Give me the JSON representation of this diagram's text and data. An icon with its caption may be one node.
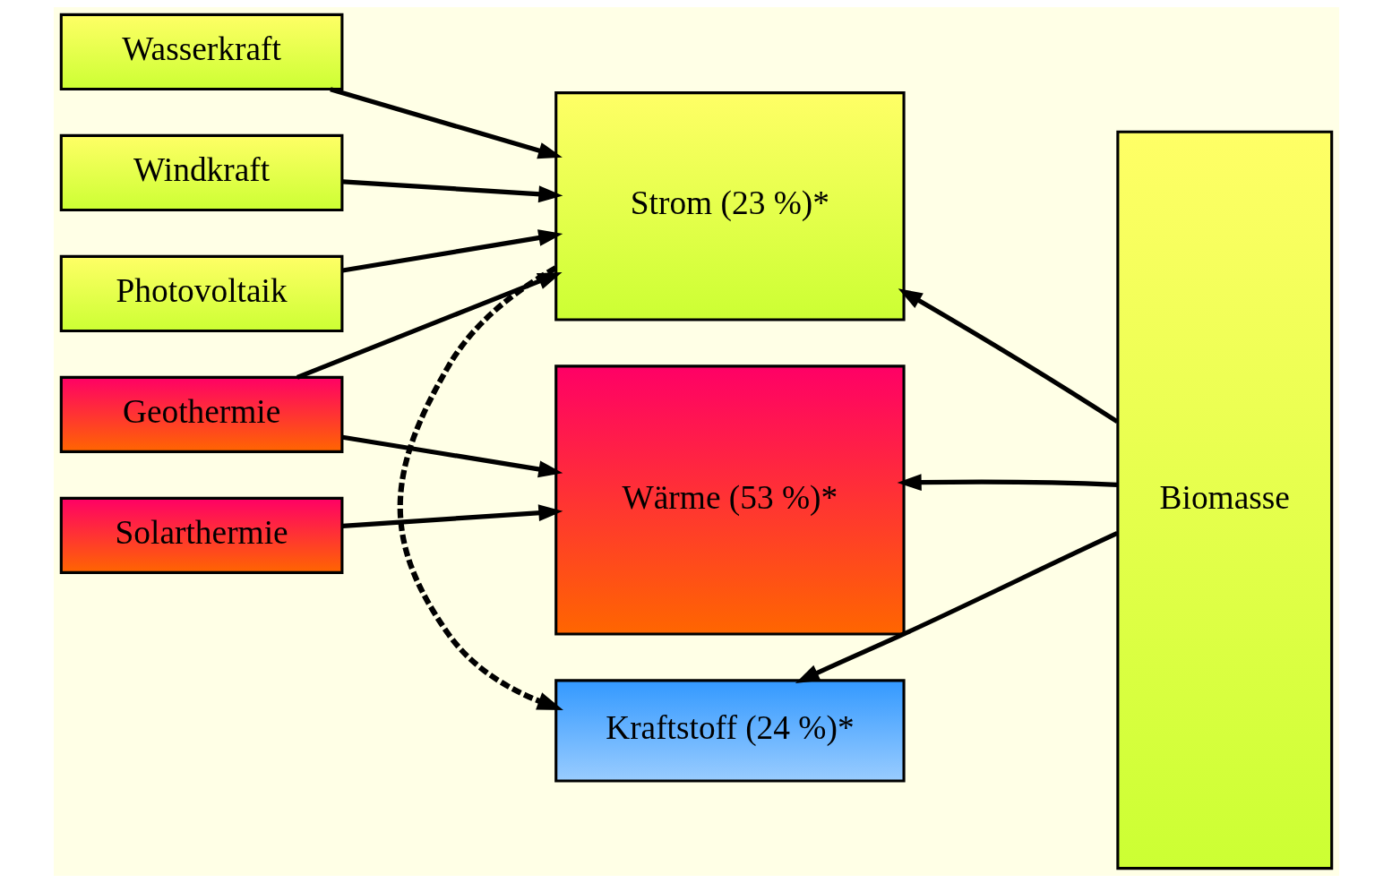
{
  "diagram": {
    "nodes": [
      {
        "text": [
          "Wasserkraft"
        ]
      },
      {
        "text": [
          "Windkraft"
        ]
      },
      {
        "text": [
          "Photovoltaik"
        ]
      },
      {
        "text": [
          "Geothermie"
        ]
      },
      {
        "text": [
          "Solarthermie"
        ]
      },
      {
        "text": [
          "Strom (23 %)*"
        ]
      },
      {
        "text": [
          "Wärme (53 %)*"
        ]
      },
      {
        "text": [
          "Kraftstoff (24 %)*"
        ]
      },
      {
        "text": [
          "Biomasse"
        ]
      }
    ],
    "edges": [
      {
        "from": 0,
        "to": 5,
        "arrow": "to"
      },
      {
        "from": 1,
        "to": 5,
        "arrow": "to"
      },
      {
        "from": 2,
        "to": 5,
        "arrow": "to"
      },
      {
        "from": 3,
        "to": 5,
        "arrow": "to"
      },
      {
        "from": 3,
        "to": 6,
        "arrow": "to"
      },
      {
        "from": 4,
        "to": 6,
        "arrow": "to"
      },
      {
        "from": 8,
        "to": 5,
        "arrow": "to"
      },
      {
        "from": 8,
        "to": 6,
        "arrow": "to"
      },
      {
        "from": 8,
        "to": 7,
        "arrow": "to"
      },
      {
        "from": 5,
        "to": 7,
        "arrow": "to",
        "style": "dashed"
      }
    ]
  }
}
